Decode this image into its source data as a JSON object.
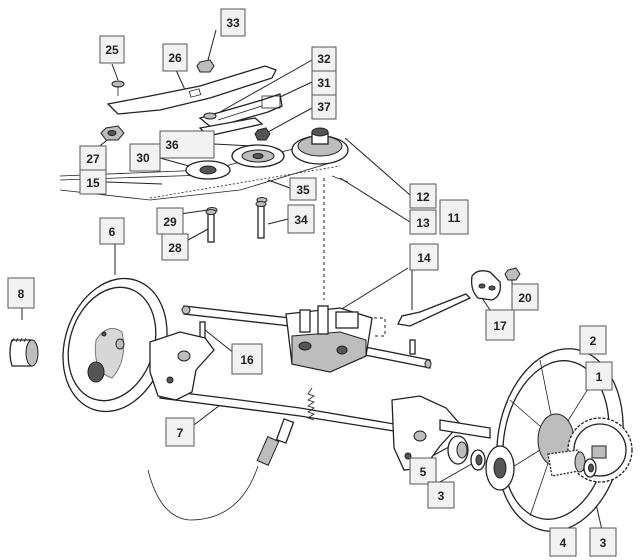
{
  "diagram": {
    "labels": {
      "p1": "1",
      "p2": "2",
      "p3a": "3",
      "p3b": "3",
      "p4": "4",
      "p5": "5",
      "p6": "6",
      "p7": "7",
      "p8": "8",
      "p11": "11",
      "p12": "12",
      "p13": "13",
      "p14": "14",
      "p15": "15",
      "p16": "16",
      "p17": "17",
      "p20": "20",
      "p25": "25",
      "p26": "26",
      "p27": "27",
      "p28": "28",
      "p29": "29",
      "p30": "30",
      "p31": "31",
      "p32": "32",
      "p33": "33",
      "p34": "34",
      "p35": "35",
      "p36": "36",
      "p37": "37"
    }
  }
}
